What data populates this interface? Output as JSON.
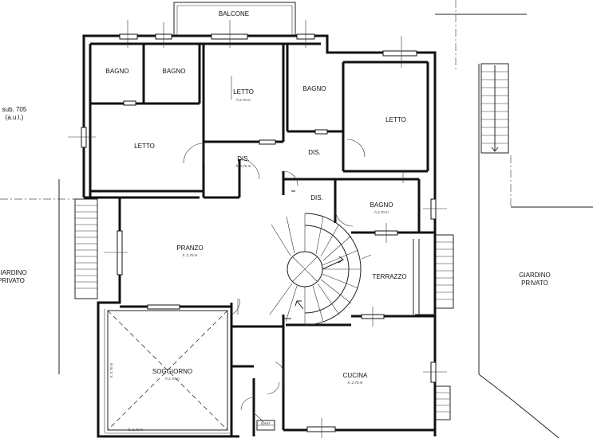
{
  "rooms": {
    "balcone": "BALCONE",
    "bagno_1": "BAGNO",
    "bagno_2": "BAGNO",
    "letto_center": "LETTO",
    "letto_center_h": "h 2,70 m",
    "bagno_3": "BAGNO",
    "letto_right": "LETTO",
    "letto_left": "LETTO",
    "dis_1": "DIS.",
    "dis_1_h": "h. 2,70 m",
    "dis_2": "DIS.",
    "dis_3": "DIS.",
    "bagno_4": "BAGNO",
    "bagno_4_h": "h 2,70 m",
    "pranzo": "PRANZO",
    "pranzo_h": "h. 2,70 m",
    "terrazzo": "TERRAZZO",
    "soggiorno": "SOGGIORNO",
    "soggiorno_h": "h 2,70 m",
    "soggiorno_dim_bottom": "h. 2,70 m",
    "soggiorno_dim_left": "h. 2,70 m",
    "cucina": "CUCINA",
    "cucina_h": "h. 2,70 m",
    "ripost": "ripost."
  },
  "exterior": {
    "sub_line1": "sub. 705",
    "sub_line2": "(a.u.l.)",
    "giardino_left_1": "GIARDINO",
    "giardino_left_2": "PRIVATO",
    "giardino_right_1": "GIARDINO",
    "giardino_right_2": "PRIVATO"
  }
}
